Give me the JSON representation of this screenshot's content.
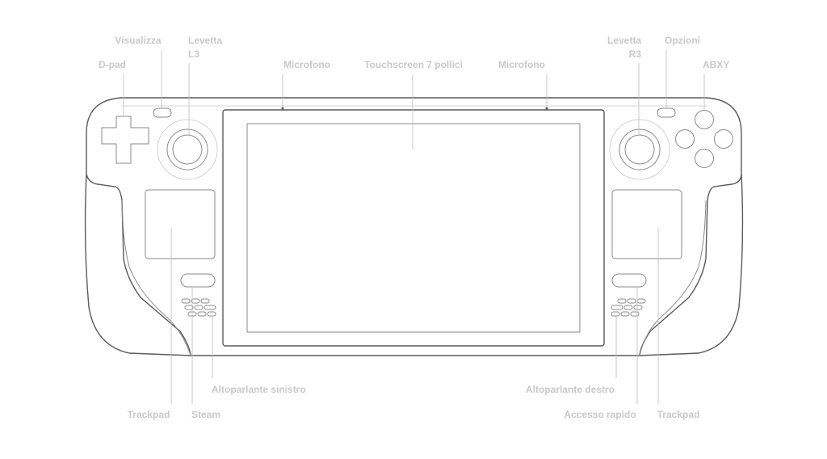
{
  "labels": {
    "visualizza": "Visualizza",
    "levetta_l3_line1": "Levetta",
    "levetta_l3_line2": "L3",
    "dpad": "D-pad",
    "microfono_left": "Microfono",
    "touchscreen": "Touchscreen 7 pollici",
    "microfono_right": "Microfono",
    "levetta_r3_line1": "Levetta",
    "levetta_r3_line2": "R3",
    "opzioni": "Opzioni",
    "abxy": "ABXY",
    "altoparlante_sinistro": "Altoparlante sinistro",
    "trackpad_left": "Trackpad",
    "steam": "Steam",
    "altoparlante_destro": "Altoparlante destro",
    "accesso_rapido": "Accesso rapido",
    "trackpad_right": "Trackpad"
  }
}
